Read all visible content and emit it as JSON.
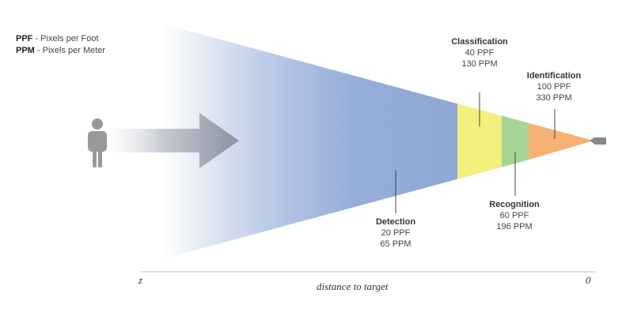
{
  "legend": [
    {
      "abbr": "PPF",
      "text": " - Pixels per Foot"
    },
    {
      "abbr": "PPM",
      "text": " - Pixels per Meter"
    }
  ],
  "zones": {
    "detection": {
      "name": "Detection",
      "ppf": "20 PPF",
      "ppm": "65 PPM",
      "color": "#8fa8d6"
    },
    "classification": {
      "name": "Classification",
      "ppf": "40 PPF",
      "ppm": "130 PPM",
      "color": "#f1f07d"
    },
    "recognition": {
      "name": "Recognition",
      "ppf": "60 PPF",
      "ppm": "196 PPM",
      "color": "#a6d494"
    },
    "identification": {
      "name": "Identification",
      "ppf": "100 PPF",
      "ppm": "330 PPM",
      "color": "#f6b173"
    }
  },
  "axis": {
    "left_label": "z",
    "center_label": "distance to target",
    "right_label": "0"
  },
  "icons": {
    "person": "person-icon",
    "arrow": "arrow-icon",
    "camera": "camera-icon"
  }
}
